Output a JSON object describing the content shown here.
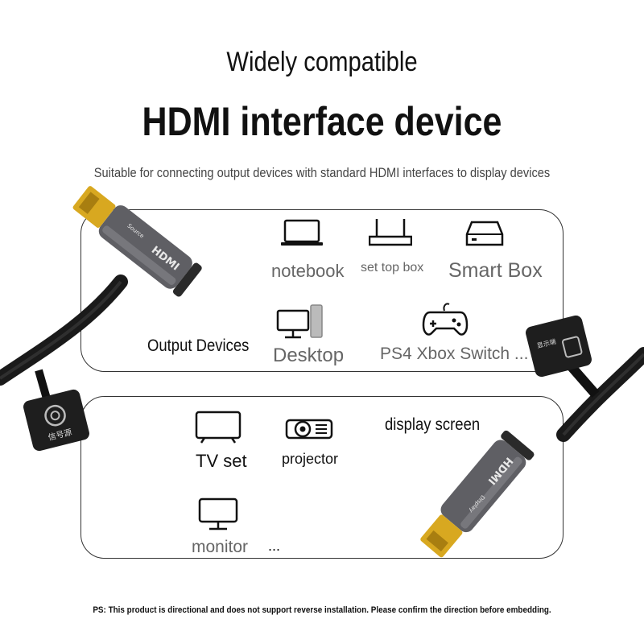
{
  "header": {
    "line1": "Widely compatible",
    "line2": "HDMI interface device",
    "subtitle": "Suitable for connecting output devices with standard HDMI interfaces to display devices"
  },
  "output_panel": {
    "title": "Output Devices",
    "items": [
      {
        "label": "notebook",
        "icon": "laptop-icon"
      },
      {
        "label": "set top box",
        "icon": "router-icon"
      },
      {
        "label": "Smart Box",
        "icon": "smart-box-icon"
      },
      {
        "label": "Desktop",
        "icon": "desktop-icon"
      },
      {
        "label": "PS4 Xbox Switch ...",
        "icon": "gamepad-icon"
      }
    ]
  },
  "display_panel": {
    "title": "display screen",
    "items": [
      {
        "label": "TV set",
        "icon": "tv-icon"
      },
      {
        "label": "projector",
        "icon": "projector-icon"
      },
      {
        "label": "monitor",
        "icon": "monitor-icon"
      },
      {
        "label": "...",
        "icon": ""
      }
    ]
  },
  "cable": {
    "left_connector_text": "HDMI",
    "left_end_text": "Source",
    "left_tag_text": "信号源",
    "right_connector_text": "HDMI",
    "right_end_text": "Display",
    "right_tag_text": "显示端"
  },
  "footnote": "PS: This product is directional and does not support reverse installation. Please confirm the direction before embedding.",
  "colors": {
    "text": "#111111",
    "muted": "#666666",
    "cable": "#1a1a1a",
    "connector_gold": "#d8a820",
    "connector_body": "#6b6b70"
  }
}
